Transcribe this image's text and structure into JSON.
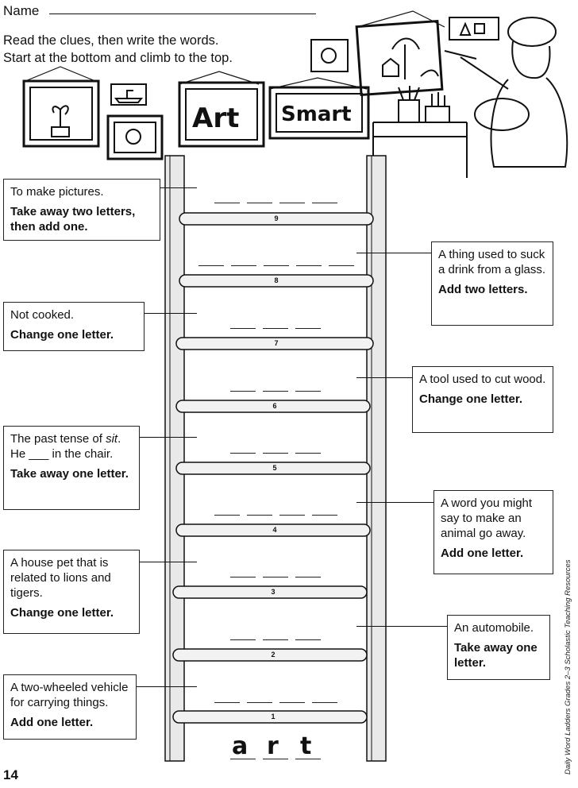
{
  "header": {
    "name_label": "Name",
    "instruction_1": "Read the clues, then write the words.",
    "instruction_2": "Start at the bottom and climb to the top."
  },
  "title": {
    "word1": "Art",
    "word2": "Smart"
  },
  "rungs": [
    "9",
    "8",
    "7",
    "6",
    "5",
    "4",
    "3",
    "2",
    "1"
  ],
  "clues": {
    "c9": {
      "line1": "To make pictures.",
      "line2": "Take away two letters, then add one."
    },
    "c8": {
      "line1": "A thing used to suck a drink from a glass.",
      "line2": "Add two letters."
    },
    "c7": {
      "line1": "Not cooked.",
      "line2": "Change one letter."
    },
    "c6": {
      "line1": "A tool used to cut wood.",
      "line2": "Change one letter."
    },
    "c5": {
      "line1a": "The past tense of ",
      "line1b": "sit",
      "line1c": ".",
      "line1d": "He ___ in the chair.",
      "line2": "Take away one letter."
    },
    "c4": {
      "line1": "A word you might say to make an animal go away.",
      "line2": "Add one letter."
    },
    "c3": {
      "line1": "A house pet that is related to lions and tigers.",
      "line2": "Change one letter."
    },
    "c2": {
      "line1": "An automobile.",
      "line2": "Take away one letter."
    },
    "c1": {
      "line1": "A two-wheeled vehicle for carrying things.",
      "line2": "Add one letter."
    }
  },
  "start_word": [
    "a",
    "r",
    "t"
  ],
  "credit": "Daily Word Ladders Grades 2–3  Scholastic Teaching Resources",
  "page_number": "14"
}
